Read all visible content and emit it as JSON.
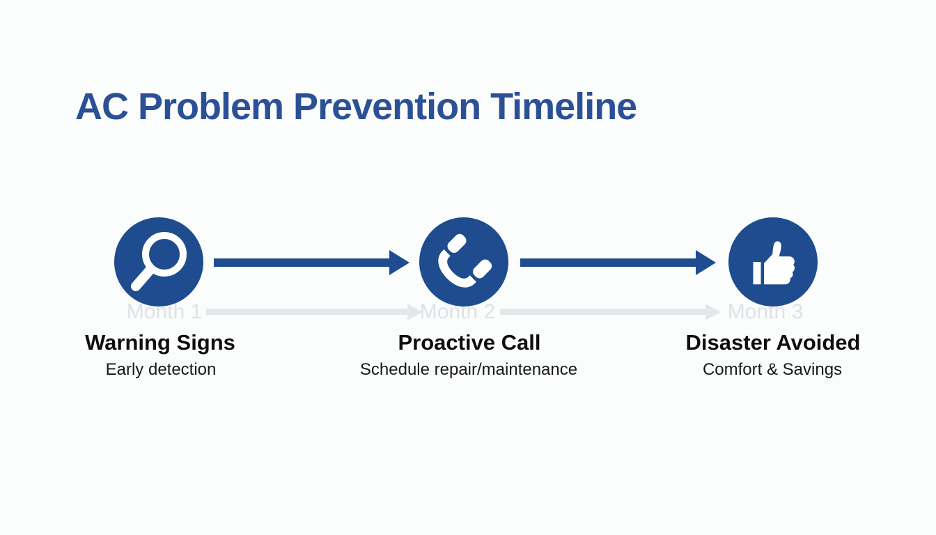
{
  "title": "AC Problem Prevention Timeline",
  "colors": {
    "background": "#FBFCFC",
    "title": "#2B5096",
    "node": "#1E4C8F",
    "arrow": "#1E4C8F",
    "faint": "#E4E7EA",
    "faint_text": "#DEE2E6",
    "heading": "#0E0E10",
    "subtext": "#17181A",
    "icon": "#FFFFFF"
  },
  "steps": [
    {
      "icon": "magnifier",
      "month": "Month 1",
      "heading": "Warning Signs",
      "subtext": "Early detection"
    },
    {
      "icon": "phone",
      "month": "Month 2",
      "heading": "Proactive Call",
      "subtext": "Schedule repair/maintenance"
    },
    {
      "icon": "thumbs-up",
      "month": "Month 3",
      "heading": "Disaster Avoided",
      "subtext": "Comfort & Savings"
    }
  ]
}
